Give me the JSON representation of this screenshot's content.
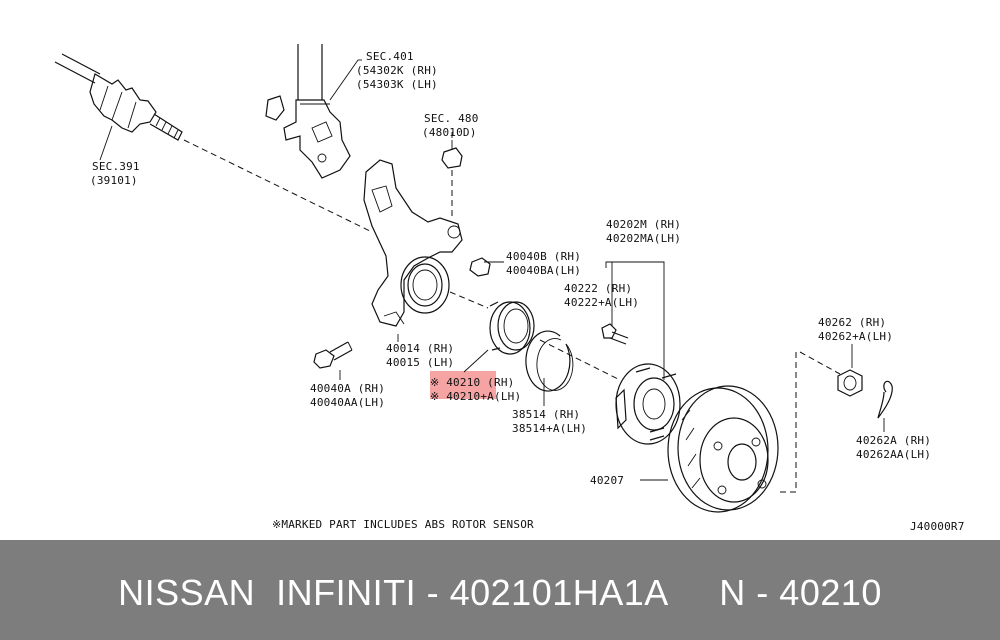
{
  "diagram": {
    "callouts": {
      "sec401_title": "SEC.401",
      "sec401_rh": "(54302K (RH)",
      "sec401_lh": "(54303K (LH)",
      "sec480_title": "SEC. 480",
      "sec480_code": "(48010D)",
      "sec391_title": "SEC.391",
      "sec391_code": "(39101)",
      "p40040b_rh": "40040B  (RH)",
      "p40040b_lh": "40040BA(LH)",
      "p40202m_rh": "40202M  (RH)",
      "p40202m_lh": "40202MA(LH)",
      "p40222_rh": "40222   (RH)",
      "p40222_lh": "40222+A(LH)",
      "p40014_rh": "40014 (RH)",
      "p40015_lh": "40015 (LH)",
      "p40262_rh": "40262   (RH)",
      "p40262_lh": "40262+A(LH)",
      "p40040a_rh": "40040A  (RH)",
      "p40040a_lh": "40040AA(LH)",
      "p40210_rh": "※ 40210   (RH)",
      "p40210_lh": "※ 40210+A(LH)",
      "p38514_rh": "38514   (RH)",
      "p38514_lh": "38514+A(LH)",
      "p40262a_rh": "40262A  (RH)",
      "p40262a_lh": "40262AA(LH)",
      "p40207": "40207"
    },
    "note": "※MARKED PART INCLUDES ABS ROTOR SENSOR",
    "figure_code": "J40000R7",
    "highlight_color": "#f5a3a3"
  },
  "footer": {
    "caption": "NISSAN  INFINITI - 402101HA1A     N - 40210",
    "background": "#7d7d7d",
    "text_color": "#ffffff"
  }
}
